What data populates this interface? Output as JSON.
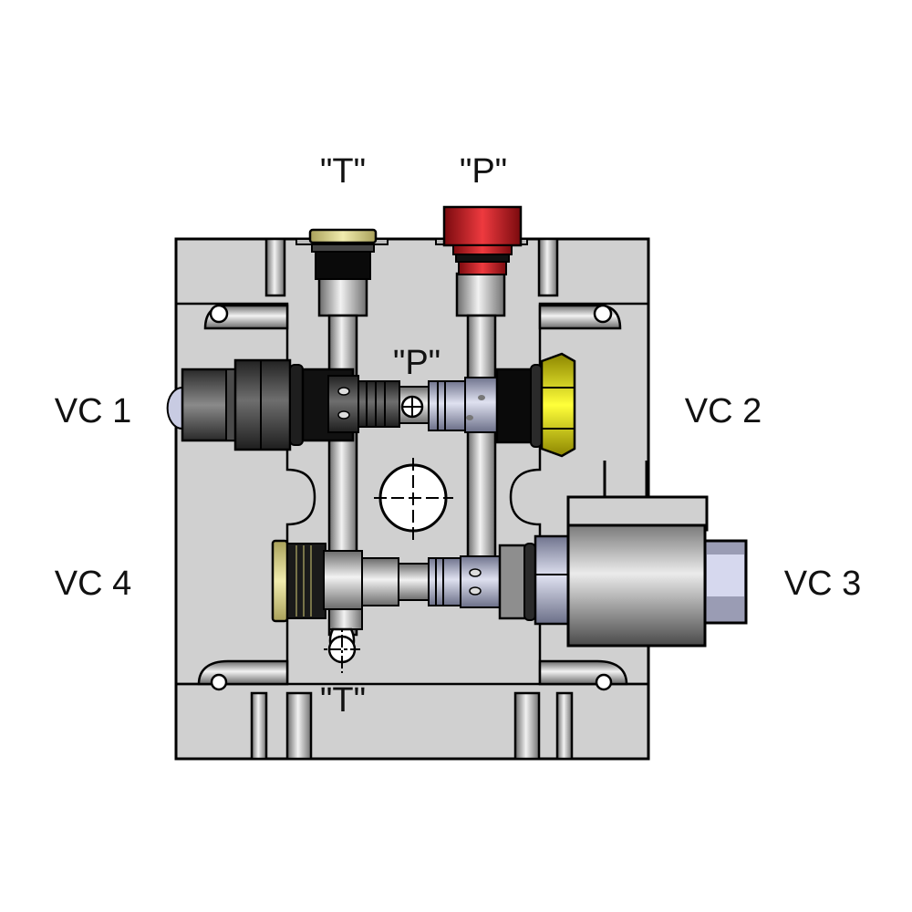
{
  "labels": {
    "top_t": "\"T\"",
    "top_p": "\"P\"",
    "center_p": "\"P\"",
    "bottom_t": "\"T\"",
    "vc1": "VC 1",
    "vc2": "VC 2",
    "vc3": "VC 3",
    "vc4": "VC 4"
  },
  "colors": {
    "block": "#d0d0d0",
    "outline": "#000000",
    "red_plug": "#c4161c",
    "brass_plug": "#d9d27a",
    "yellow_nut": "#e6e000",
    "dark_cartridge": "#3a3a3a",
    "blue_steel": "#b8bcd6"
  }
}
